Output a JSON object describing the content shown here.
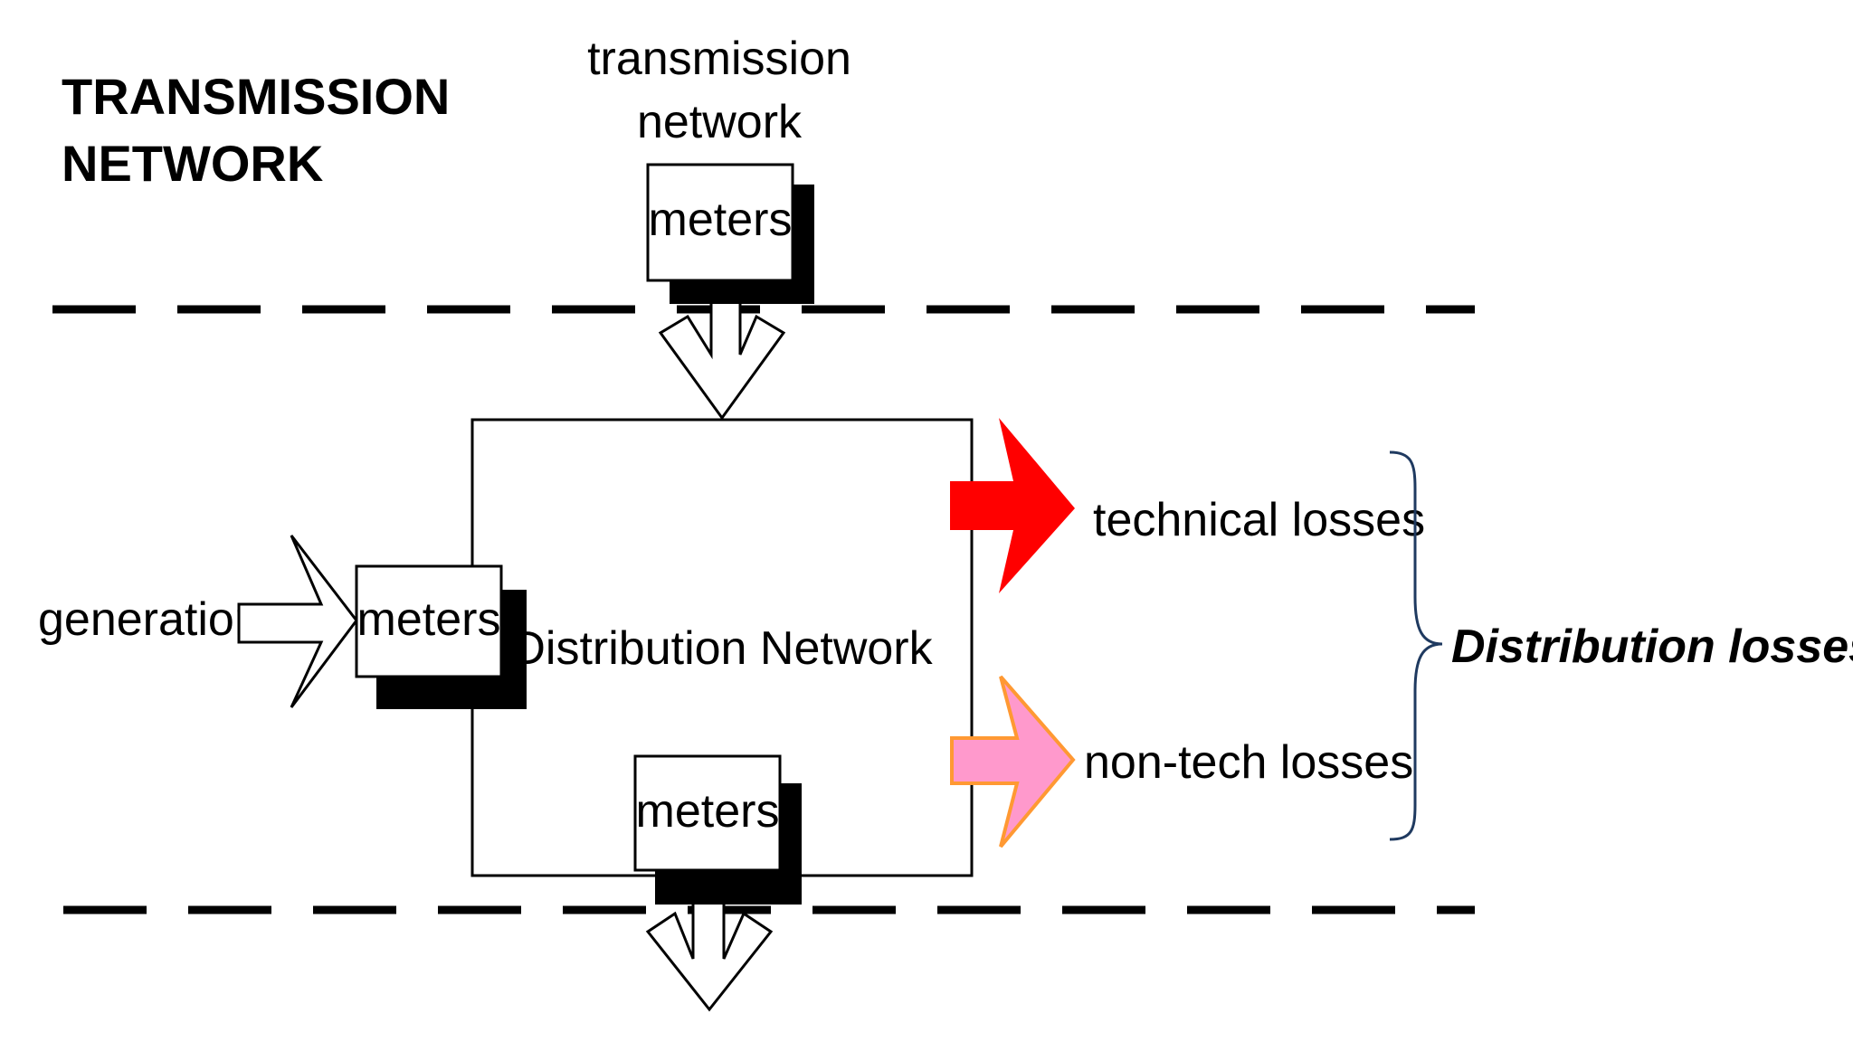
{
  "section_heading": {
    "line1": "TRANSMISSION",
    "line2": "NETWORK"
  },
  "top_source": {
    "line1": "transmission",
    "line2": "network"
  },
  "generation_label": "generation",
  "meters_label": "meters",
  "distribution_network_label": "Distribution Network",
  "technical_losses_label": "technical losses",
  "non_tech_losses_label": "non-tech losses",
  "distribution_losses_label": "Distribution losses",
  "colors": {
    "technical_arrow": "#ff0000",
    "non_tech_fill": "#ff99cc",
    "non_tech_stroke": "#ff9933",
    "brace": "#1f3a60",
    "line": "#000000"
  }
}
